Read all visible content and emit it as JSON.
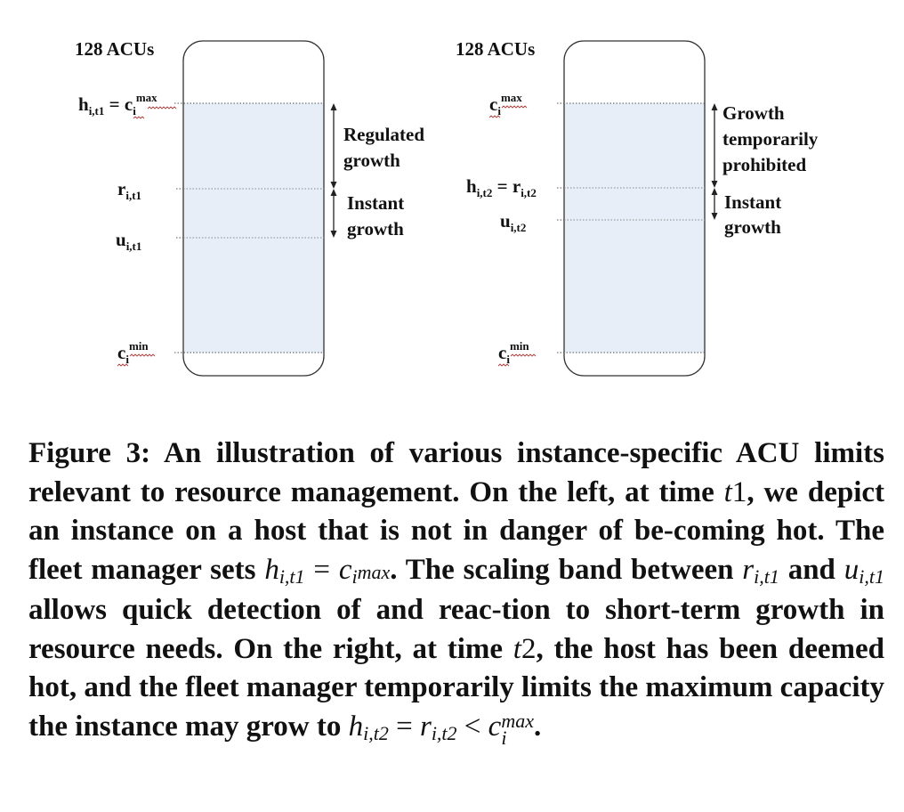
{
  "figure": {
    "left": {
      "capacity_label": "128 ACUs",
      "h_label": "h",
      "h_sub": "i,t1",
      "h_eq": " = c",
      "h_eq_sub": "i",
      "h_eq_sup": "max",
      "r_label": "r",
      "r_sub": "i,t1",
      "u_label": "u",
      "u_sub": "i,t1",
      "cmin_label": "c",
      "cmin_sub": "i",
      "cmin_sup": "min",
      "upper_band_line1": "Regulated",
      "upper_band_line2": "growth",
      "lower_band_line1": "Instant",
      "lower_band_line2": "growth"
    },
    "right": {
      "capacity_label": "128 ACUs",
      "cmax_label": "c",
      "cmax_sub": "i",
      "cmax_sup": "max",
      "h_label": "h",
      "h_sub": "i,t2",
      "h_eq": " = r",
      "h_eq_sub": "i,t2",
      "u_label": "u",
      "u_sub": "i,t2",
      "cmin_label": "c",
      "cmin_sub": "i",
      "cmin_sup": "min",
      "upper_band_line1": "Growth",
      "upper_band_line2": "temporarily",
      "upper_band_line3": "prohibited",
      "lower_band_line1": "Instant",
      "lower_band_line2": "growth"
    },
    "colors": {
      "fill": "#e8eef8",
      "outline": "#333333",
      "dotted": "#555555"
    }
  },
  "caption": {
    "p1": "Figure 3: An illustration of various instance-specific ACU limits relevant to resource management. On the left, at time ",
    "t1": "t",
    "t1_num": "1",
    "p2": ", we depict an instance on a host that is not in danger of be-coming hot. The fleet manager sets ",
    "h": "h",
    "h_sub": "i,t1",
    "eq": " = ",
    "c": "c",
    "c_sub": "i",
    "c_sup": "max",
    "p3": ". The scaling band between ",
    "r": "r",
    "r_sub": "i,t1",
    "and": " and ",
    "u": "u",
    "u_sub": "i,t1",
    "p4": " allows quick detection of and reac-tion to short-term growth in resource needs. On the right, at time ",
    "t2": "t",
    "t2_num": "2",
    "p5": ", the host has been deemed hot, and the fleet manager temporarily limits the maximum capacity the instance may grow to ",
    "h2": "h",
    "h2_sub": "i,t2",
    "eq2": " = ",
    "r2": "r",
    "r2_sub": "i,t2",
    "lt": " < ",
    "c2": "c",
    "c2_sup": "max",
    "c2_sub": "i",
    "end": "."
  }
}
